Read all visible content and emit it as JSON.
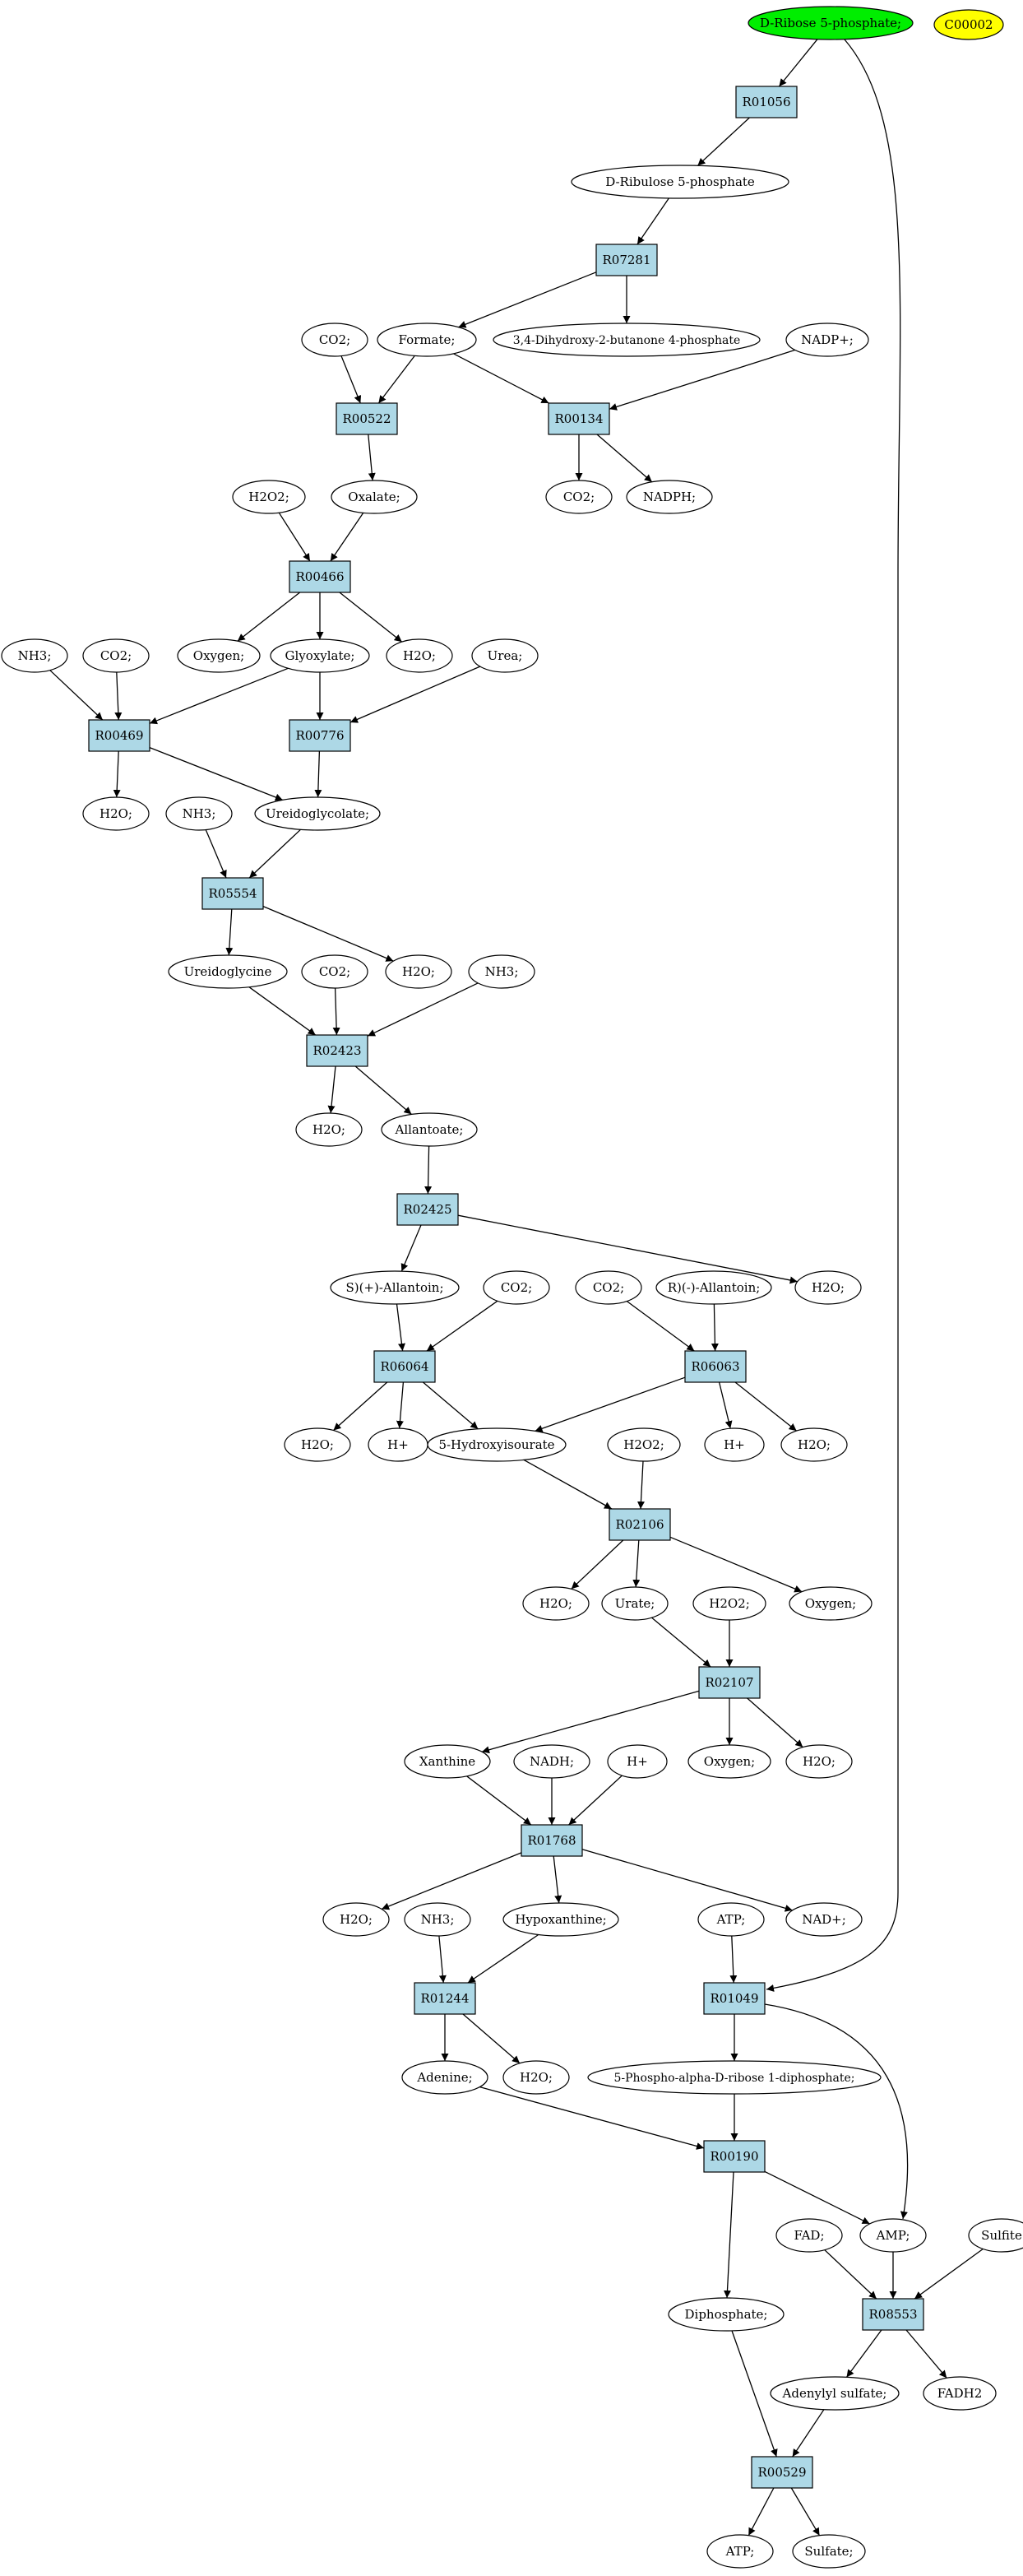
{
  "colors": {
    "reaction_fill": "#add8e6",
    "metabolite_fill": "#ffffff",
    "start_fill": "#00ee00",
    "extra_fill": "#ffff00",
    "stroke": "#000000"
  },
  "nodes": [
    {
      "id": "n_ribose5p",
      "kind": "metabolite",
      "fill": "start",
      "label": "D-Ribose 5-phosphate;"
    },
    {
      "id": "n_c00002",
      "kind": "metabolite",
      "fill": "extra",
      "label": "C00002"
    },
    {
      "id": "r_R01056",
      "kind": "reaction",
      "label": "R01056"
    },
    {
      "id": "n_ribulose5p",
      "kind": "metabolite",
      "label": "D-Ribulose 5-phosphate"
    },
    {
      "id": "r_R07281",
      "kind": "reaction",
      "label": "R07281"
    },
    {
      "id": "n_co2_a",
      "kind": "metabolite",
      "label": "CO2;"
    },
    {
      "id": "n_formate",
      "kind": "metabolite",
      "label": "Formate;"
    },
    {
      "id": "n_dhbp",
      "kind": "metabolite",
      "label": "3,4-Dihydroxy-2-butanone 4-phosphate"
    },
    {
      "id": "n_nadpplus",
      "kind": "metabolite",
      "label": "NADP+;"
    },
    {
      "id": "r_R00522",
      "kind": "reaction",
      "label": "R00522"
    },
    {
      "id": "r_R00134",
      "kind": "reaction",
      "label": "R00134"
    },
    {
      "id": "n_h2o2_a",
      "kind": "metabolite",
      "label": "H2O2;"
    },
    {
      "id": "n_oxalate",
      "kind": "metabolite",
      "label": "Oxalate;"
    },
    {
      "id": "n_co2_b",
      "kind": "metabolite",
      "label": "CO2;"
    },
    {
      "id": "n_nadph",
      "kind": "metabolite",
      "label": "NADPH;"
    },
    {
      "id": "r_R00466",
      "kind": "reaction",
      "label": "R00466"
    },
    {
      "id": "n_nh3_a",
      "kind": "metabolite",
      "label": "NH3;"
    },
    {
      "id": "n_co2_c",
      "kind": "metabolite",
      "label": "CO2;"
    },
    {
      "id": "n_oxygen_a",
      "kind": "metabolite",
      "label": "Oxygen;"
    },
    {
      "id": "n_glyoxylate",
      "kind": "metabolite",
      "label": "Glyoxylate;"
    },
    {
      "id": "n_h2o_a",
      "kind": "metabolite",
      "label": "H2O;"
    },
    {
      "id": "n_urea",
      "kind": "metabolite",
      "label": "Urea;"
    },
    {
      "id": "r_R00469",
      "kind": "reaction",
      "label": "R00469"
    },
    {
      "id": "r_R00776",
      "kind": "reaction",
      "label": "R00776"
    },
    {
      "id": "n_h2o_b",
      "kind": "metabolite",
      "label": "H2O;"
    },
    {
      "id": "n_nh3_b",
      "kind": "metabolite",
      "label": "NH3;"
    },
    {
      "id": "n_ureidoglycolate",
      "kind": "metabolite",
      "label": "Ureidoglycolate;"
    },
    {
      "id": "r_R05554",
      "kind": "reaction",
      "label": "R05554"
    },
    {
      "id": "n_ureidoglycine",
      "kind": "metabolite",
      "label": "Ureidoglycine"
    },
    {
      "id": "n_co2_d",
      "kind": "metabolite",
      "label": "CO2;"
    },
    {
      "id": "n_h2o_c",
      "kind": "metabolite",
      "label": "H2O;"
    },
    {
      "id": "n_nh3_c",
      "kind": "metabolite",
      "label": "NH3;"
    },
    {
      "id": "r_R02423",
      "kind": "reaction",
      "label": "R02423"
    },
    {
      "id": "n_h2o_d",
      "kind": "metabolite",
      "label": "H2O;"
    },
    {
      "id": "n_allantoate",
      "kind": "metabolite",
      "label": "Allantoate;"
    },
    {
      "id": "r_R02425",
      "kind": "reaction",
      "label": "R02425"
    },
    {
      "id": "n_sallantoin",
      "kind": "metabolite",
      "label": "S)(+)-Allantoin;"
    },
    {
      "id": "n_co2_e",
      "kind": "metabolite",
      "label": "CO2;"
    },
    {
      "id": "n_co2_f",
      "kind": "metabolite",
      "label": "CO2;"
    },
    {
      "id": "n_rallantoin",
      "kind": "metabolite",
      "label": "R)(-)-Allantoin;"
    },
    {
      "id": "n_h2o_e",
      "kind": "metabolite",
      "label": "H2O;"
    },
    {
      "id": "r_R06064",
      "kind": "reaction",
      "label": "R06064"
    },
    {
      "id": "r_R06063",
      "kind": "reaction",
      "label": "R06063"
    },
    {
      "id": "n_h2o_f",
      "kind": "metabolite",
      "label": "H2O;"
    },
    {
      "id": "n_hplus_a",
      "kind": "metabolite",
      "label": "H+"
    },
    {
      "id": "n_hydroxyisourate",
      "kind": "metabolite",
      "label": "5-Hydroxyisourate"
    },
    {
      "id": "n_h2o2_b",
      "kind": "metabolite",
      "label": "H2O2;"
    },
    {
      "id": "n_hplus_b",
      "kind": "metabolite",
      "label": "H+"
    },
    {
      "id": "n_h2o_g",
      "kind": "metabolite",
      "label": "H2O;"
    },
    {
      "id": "r_R02106",
      "kind": "reaction",
      "label": "R02106"
    },
    {
      "id": "n_h2o_h",
      "kind": "metabolite",
      "label": "H2O;"
    },
    {
      "id": "n_urate",
      "kind": "metabolite",
      "label": "Urate;"
    },
    {
      "id": "n_h2o2_c",
      "kind": "metabolite",
      "label": "H2O2;"
    },
    {
      "id": "n_oxygen_b",
      "kind": "metabolite",
      "label": "Oxygen;"
    },
    {
      "id": "r_R02107",
      "kind": "reaction",
      "label": "R02107"
    },
    {
      "id": "n_xanthine",
      "kind": "metabolite",
      "label": "Xanthine"
    },
    {
      "id": "n_nadh",
      "kind": "metabolite",
      "label": "NADH;"
    },
    {
      "id": "n_hplus_c",
      "kind": "metabolite",
      "label": "H+"
    },
    {
      "id": "n_oxygen_c",
      "kind": "metabolite",
      "label": "Oxygen;"
    },
    {
      "id": "n_h2o_i",
      "kind": "metabolite",
      "label": "H2O;"
    },
    {
      "id": "r_R01768",
      "kind": "reaction",
      "label": "R01768"
    },
    {
      "id": "n_h2o_j",
      "kind": "metabolite",
      "label": "H2O;"
    },
    {
      "id": "n_nh3_d",
      "kind": "metabolite",
      "label": "NH3;"
    },
    {
      "id": "n_hypoxanthine",
      "kind": "metabolite",
      "label": "Hypoxanthine;"
    },
    {
      "id": "n_atp_a",
      "kind": "metabolite",
      "label": "ATP;"
    },
    {
      "id": "n_nadplus",
      "kind": "metabolite",
      "label": "NAD+;"
    },
    {
      "id": "r_R01244",
      "kind": "reaction",
      "label": "R01244"
    },
    {
      "id": "r_R01049",
      "kind": "reaction",
      "label": "R01049"
    },
    {
      "id": "n_adenine",
      "kind": "metabolite",
      "label": "Adenine;"
    },
    {
      "id": "n_h2o_k",
      "kind": "metabolite",
      "label": "H2O;"
    },
    {
      "id": "n_prpp",
      "kind": "metabolite",
      "label": "5-Phospho-alpha-D-ribose 1-diphosphate;"
    },
    {
      "id": "r_R00190",
      "kind": "reaction",
      "label": "R00190"
    },
    {
      "id": "n_fad",
      "kind": "metabolite",
      "label": "FAD;"
    },
    {
      "id": "n_amp",
      "kind": "metabolite",
      "label": "AMP;"
    },
    {
      "id": "n_sulfite",
      "kind": "metabolite",
      "label": "Sulfite"
    },
    {
      "id": "n_diphosphate",
      "kind": "metabolite",
      "label": "Diphosphate;"
    },
    {
      "id": "r_R08553",
      "kind": "reaction",
      "label": "R08553"
    },
    {
      "id": "n_aps",
      "kind": "metabolite",
      "label": "Adenylyl sulfate;"
    },
    {
      "id": "n_fadh2",
      "kind": "metabolite",
      "label": "FADH2"
    },
    {
      "id": "r_R00529",
      "kind": "reaction",
      "label": "R00529"
    },
    {
      "id": "n_atp_b",
      "kind": "metabolite",
      "label": "ATP;"
    },
    {
      "id": "n_sulfate",
      "kind": "metabolite",
      "label": "Sulfate;"
    }
  ],
  "edges": [
    [
      "n_ribose5p",
      "r_R01056"
    ],
    [
      "n_ribose5p",
      "r_R01049"
    ],
    [
      "r_R01056",
      "n_ribulose5p"
    ],
    [
      "n_ribulose5p",
      "r_R07281"
    ],
    [
      "r_R07281",
      "n_formate"
    ],
    [
      "r_R07281",
      "n_dhbp"
    ],
    [
      "n_co2_a",
      "r_R00522"
    ],
    [
      "n_formate",
      "r_R00522"
    ],
    [
      "n_formate",
      "r_R00134"
    ],
    [
      "n_nadpplus",
      "r_R00134"
    ],
    [
      "r_R00522",
      "n_oxalate"
    ],
    [
      "r_R00134",
      "n_co2_b"
    ],
    [
      "r_R00134",
      "n_nadph"
    ],
    [
      "n_h2o2_a",
      "r_R00466"
    ],
    [
      "n_oxalate",
      "r_R00466"
    ],
    [
      "r_R00466",
      "n_oxygen_a"
    ],
    [
      "r_R00466",
      "n_glyoxylate"
    ],
    [
      "r_R00466",
      "n_h2o_a"
    ],
    [
      "n_nh3_a",
      "r_R00469"
    ],
    [
      "n_co2_c",
      "r_R00469"
    ],
    [
      "n_glyoxylate",
      "r_R00469"
    ],
    [
      "n_glyoxylate",
      "r_R00776"
    ],
    [
      "n_urea",
      "r_R00776"
    ],
    [
      "r_R00469",
      "n_h2o_b"
    ],
    [
      "r_R00469",
      "n_ureidoglycolate"
    ],
    [
      "r_R00776",
      "n_ureidoglycolate"
    ],
    [
      "n_nh3_b",
      "r_R05554"
    ],
    [
      "n_ureidoglycolate",
      "r_R05554"
    ],
    [
      "r_R05554",
      "n_ureidoglycine"
    ],
    [
      "r_R05554",
      "n_h2o_c"
    ],
    [
      "n_ureidoglycine",
      "r_R02423"
    ],
    [
      "n_co2_d",
      "r_R02423"
    ],
    [
      "n_nh3_c",
      "r_R02423"
    ],
    [
      "r_R02423",
      "n_h2o_d"
    ],
    [
      "r_R02423",
      "n_allantoate"
    ],
    [
      "n_allantoate",
      "r_R02425"
    ],
    [
      "r_R02425",
      "n_sallantoin"
    ],
    [
      "r_R02425",
      "n_h2o_e"
    ],
    [
      "n_sallantoin",
      "r_R06064"
    ],
    [
      "n_co2_e",
      "r_R06064"
    ],
    [
      "n_co2_f",
      "r_R06063"
    ],
    [
      "n_rallantoin",
      "r_R06063"
    ],
    [
      "r_R06064",
      "n_h2o_f"
    ],
    [
      "r_R06064",
      "n_hplus_a"
    ],
    [
      "r_R06064",
      "n_hydroxyisourate"
    ],
    [
      "r_R06063",
      "n_hydroxyisourate"
    ],
    [
      "r_R06063",
      "n_hplus_b"
    ],
    [
      "r_R06063",
      "n_h2o_g"
    ],
    [
      "n_hydroxyisourate",
      "r_R02106"
    ],
    [
      "n_h2o2_b",
      "r_R02106"
    ],
    [
      "r_R02106",
      "n_h2o_h"
    ],
    [
      "r_R02106",
      "n_urate"
    ],
    [
      "r_R02106",
      "n_oxygen_b"
    ],
    [
      "n_urate",
      "r_R02107"
    ],
    [
      "n_h2o2_c",
      "r_R02107"
    ],
    [
      "r_R02107",
      "n_xanthine"
    ],
    [
      "r_R02107",
      "n_oxygen_c"
    ],
    [
      "r_R02107",
      "n_h2o_i"
    ],
    [
      "n_xanthine",
      "r_R01768"
    ],
    [
      "n_nadh",
      "r_R01768"
    ],
    [
      "n_hplus_c",
      "r_R01768"
    ],
    [
      "r_R01768",
      "n_h2o_j"
    ],
    [
      "r_R01768",
      "n_hypoxanthine"
    ],
    [
      "r_R01768",
      "n_nadplus"
    ],
    [
      "n_nh3_d",
      "r_R01244"
    ],
    [
      "n_hypoxanthine",
      "r_R01244"
    ],
    [
      "n_atp_a",
      "r_R01049"
    ],
    [
      "r_R01244",
      "n_adenine"
    ],
    [
      "r_R01244",
      "n_h2o_k"
    ],
    [
      "r_R01049",
      "n_prpp"
    ],
    [
      "r_R01049",
      "n_amp"
    ],
    [
      "n_adenine",
      "r_R00190"
    ],
    [
      "n_prpp",
      "r_R00190"
    ],
    [
      "r_R00190",
      "n_amp"
    ],
    [
      "r_R00190",
      "n_diphosphate"
    ],
    [
      "n_fad",
      "r_R08553"
    ],
    [
      "n_amp",
      "r_R08553"
    ],
    [
      "n_sulfite",
      "r_R08553"
    ],
    [
      "r_R08553",
      "n_aps"
    ],
    [
      "r_R08553",
      "n_fadh2"
    ],
    [
      "n_diphosphate",
      "r_R00529"
    ],
    [
      "n_aps",
      "r_R00529"
    ],
    [
      "r_R00529",
      "n_atp_b"
    ],
    [
      "r_R00529",
      "n_sulfate"
    ]
  ]
}
